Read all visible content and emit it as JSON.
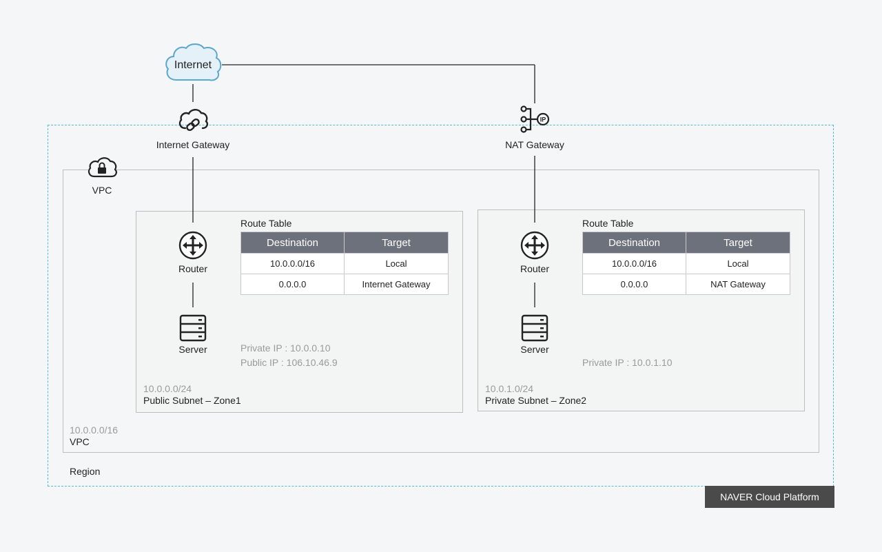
{
  "internet": {
    "label": "Internet"
  },
  "gateways": {
    "internet_gateway": "Internet Gateway",
    "nat_gateway": "NAT Gateway"
  },
  "vpc_icon_label": "VPC",
  "public_subnet": {
    "router_label": "Router",
    "server_label": "Server",
    "route_table": {
      "title": "Route Table",
      "headers": [
        "Destination",
        "Target"
      ],
      "rows": [
        [
          "10.0.0.0/16",
          "Local"
        ],
        [
          "0.0.0.0",
          "Internet Gateway"
        ]
      ]
    },
    "private_ip": "Private IP : 10.0.0.10",
    "public_ip": "Public IP : 106.10.46.9",
    "cidr": "10.0.0.0/24",
    "name": "Public Subnet – Zone1"
  },
  "private_subnet": {
    "router_label": "Router",
    "server_label": "Server",
    "route_table": {
      "title": "Route Table",
      "headers": [
        "Destination",
        "Target"
      ],
      "rows": [
        [
          "10.0.0.0/16",
          "Local"
        ],
        [
          "0.0.0.0",
          "NAT Gateway"
        ]
      ]
    },
    "private_ip": "Private IP : 10.0.1.10",
    "cidr": "10.0.1.0/24",
    "name": "Private Subnet – Zone2"
  },
  "vpc": {
    "cidr": "10.0.0.0/16",
    "name": "VPC"
  },
  "region": {
    "name": "Region"
  },
  "brand": "NAVER Cloud Platform",
  "colors": {
    "region_border": "#55b9d6",
    "table_header": "#6d717c",
    "brand_bg": "#4a4a4a"
  },
  "icons": [
    "cloud-icon",
    "cloud-link-icon",
    "nat-ip-icon",
    "cloud-lock-icon",
    "router-icon",
    "server-icon"
  ]
}
